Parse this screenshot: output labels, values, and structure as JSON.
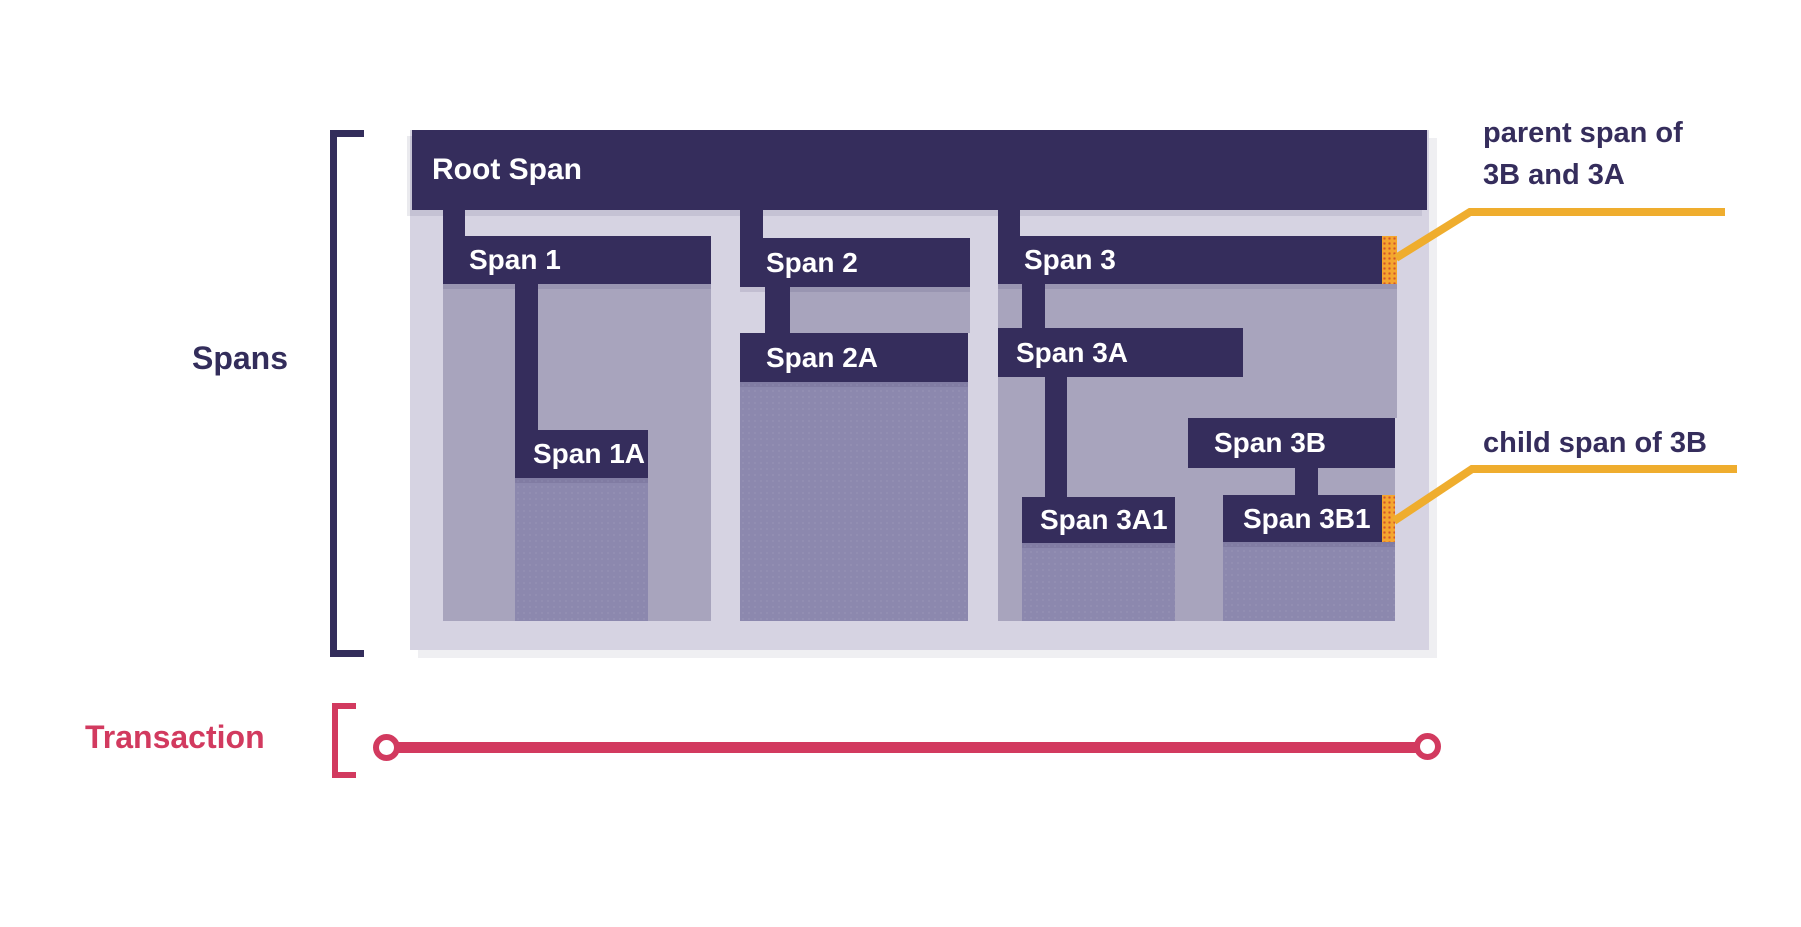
{
  "labels": {
    "spans": "Spans",
    "transaction": "Transaction"
  },
  "spans": {
    "root": {
      "label": "Root Span"
    },
    "s1": {
      "label": "Span 1"
    },
    "s1a": {
      "label": "Span 1A"
    },
    "s2": {
      "label": "Span 2"
    },
    "s2a": {
      "label": "Span 2A"
    },
    "s3": {
      "label": "Span 3"
    },
    "s3a": {
      "label": "Span 3A"
    },
    "s3a1": {
      "label": "Span 3A1"
    },
    "s3b": {
      "label": "Span 3B"
    },
    "s3b1": {
      "label": "Span 3B1"
    }
  },
  "annotations": {
    "parent_span": {
      "line1": "parent span of",
      "line2": "3B and 3A"
    },
    "child_span": {
      "line1": "child span of 3B"
    }
  },
  "colors": {
    "span_bar": "#352D5C",
    "container": "#D6D3E2",
    "fill_light": "#A8A4BD",
    "fill_dark": "#8C88AE",
    "highlight_orange": "#F5A62E",
    "annotation_line": "#EFAD2E",
    "transaction_red": "#D23A5F",
    "label_dark": "#332D5B"
  }
}
